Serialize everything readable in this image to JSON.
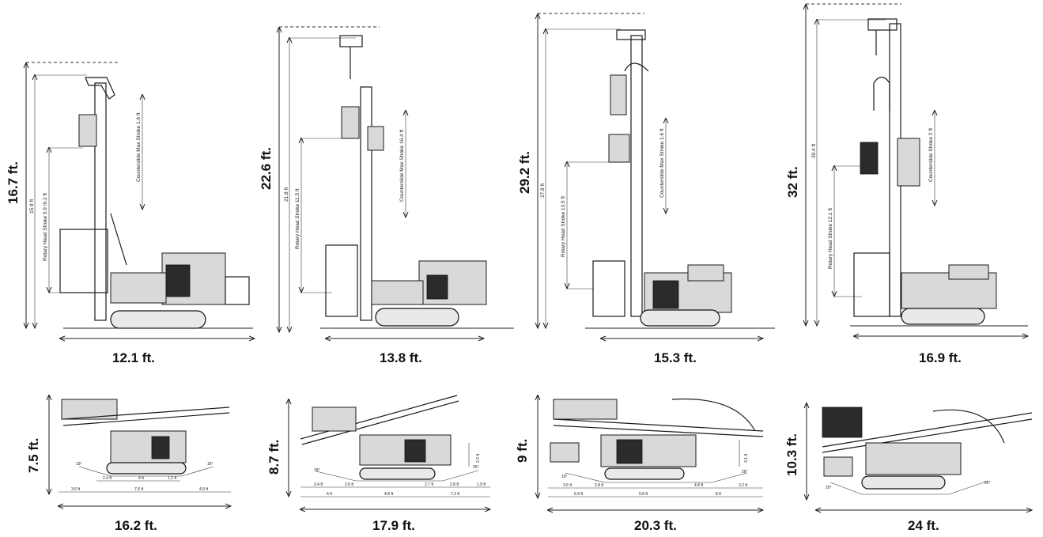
{
  "upright_rigs": [
    {
      "id": "rig1",
      "height": "16.7 ft.",
      "width": "12.1 ft.",
      "mast_height": "15.9 ft",
      "rotary_stroke": "Rotary Head Stroke 5.9 /9.2 ft",
      "counterslide": "Counterslide Max Stroke 1.6 ft"
    },
    {
      "id": "rig2",
      "height": "22.6 ft.",
      "width": "13.8 ft.",
      "mast_height": "21.8 ft",
      "rotary_stroke": "Rotary Head Stroke 11.5 ft",
      "counterslide": "Counterslide Max Stroke 16.4 ft"
    },
    {
      "id": "rig3",
      "height": "29.2 ft.",
      "width": "15.3 ft.",
      "mast_height": "27.8 ft",
      "rotary_stroke": "Rotary Head Stroke 13.5 ft",
      "counterslide": "Counterslide Max Stroke 1.6 ft"
    },
    {
      "id": "rig4",
      "height": "32 ft.",
      "width": "16.9 ft.",
      "mast_height": "30.4 ft",
      "rotary_stroke": "Rotary Head Stroke 12.1 ft",
      "counterslide": "Counterslide Stroke 2 ft"
    }
  ],
  "transport_rigs": [
    {
      "id": "rig1",
      "height": "7.5 ft.",
      "length": "16.2 ft.",
      "angle_left": "19°",
      "angle_right": "18°",
      "dims_upper": [
        "2.4 ft",
        "4 ft",
        "1.2 ft"
      ],
      "dims_lower": [
        "3.6 ft",
        "7.6 ft",
        "4.9 ft"
      ]
    },
    {
      "id": "rig2",
      "height": "8.7 ft.",
      "length": "17.9 ft.",
      "angle_left": "18°",
      "angle_right": "25°",
      "side_height": "2.2 ft",
      "dims_upper": [
        "3.4 ft",
        "2.6 ft",
        "2.7 ft",
        "2.8 ft",
        "1.9 ft"
      ],
      "dims_lower": [
        "6 ft",
        "4.8 ft",
        "7.2 ft"
      ]
    },
    {
      "id": "rig3",
      "height": "9 ft.",
      "length": "20.3 ft.",
      "angle_left": "18°",
      "angle_right": "26°",
      "side_height": "3.1 ft",
      "dims_upper": [
        "3.6 ft",
        "2.8 ft",
        "4.8 ft",
        "3.2 ft"
      ],
      "dims_lower": [
        "6.4 ft",
        "5.8 ft",
        "8 ft"
      ]
    },
    {
      "id": "rig4",
      "height": "10.3 ft.",
      "length": "24 ft.",
      "angle_left": "20°",
      "angle_right": "25°"
    }
  ]
}
